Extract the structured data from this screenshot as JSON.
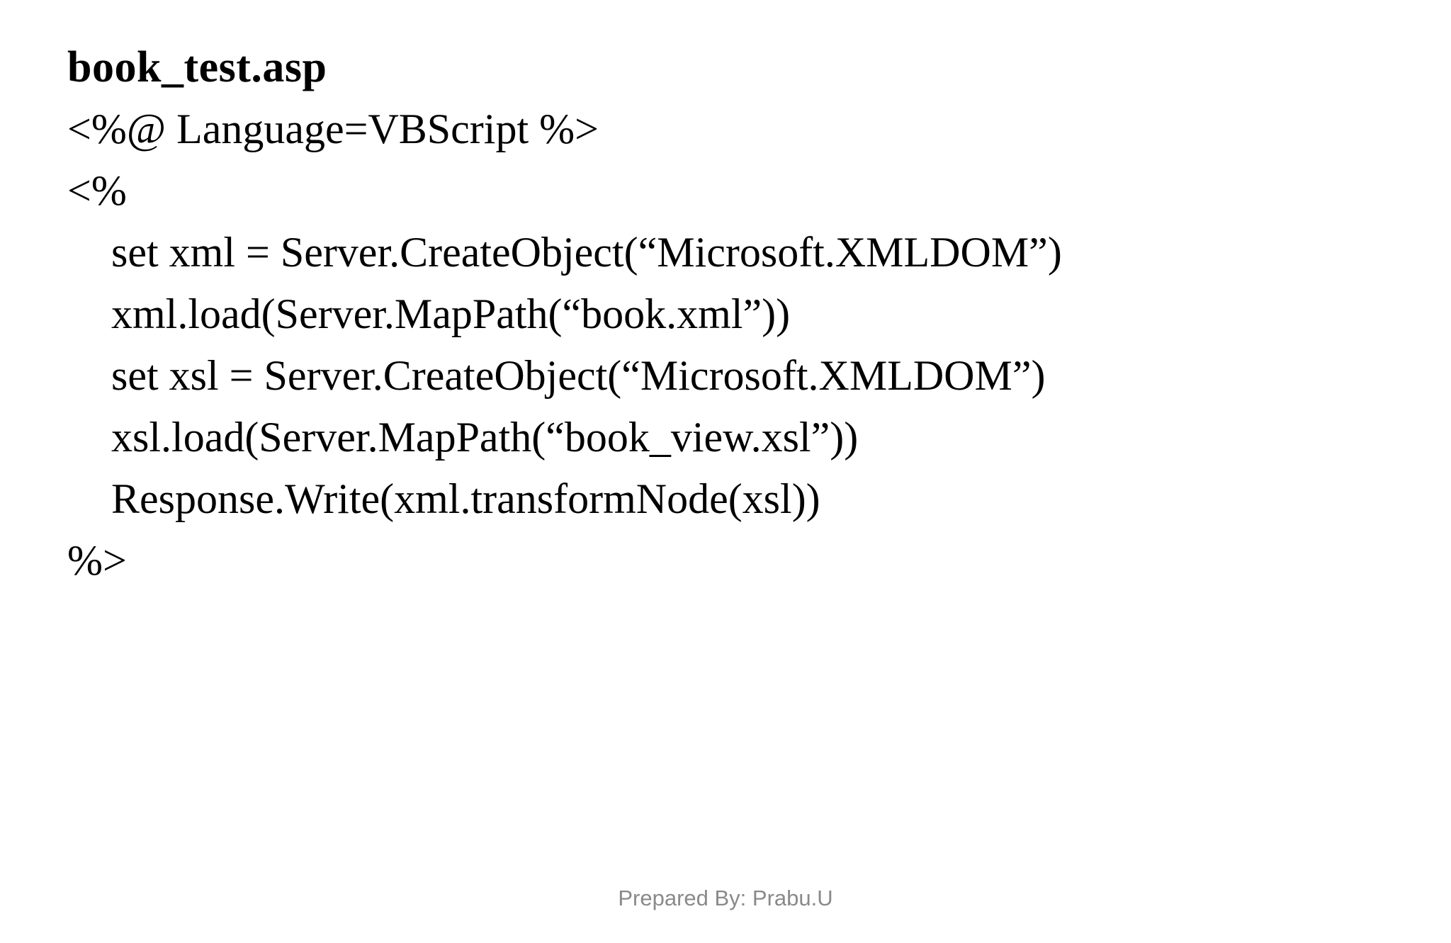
{
  "slide": {
    "title": "book_test.asp",
    "code_lines": [
      {
        "text": "<%@ Language=VBScript %>",
        "indent": false
      },
      {
        "text": "<%",
        "indent": false
      },
      {
        "text": "set xml = Server.CreateObject(“Microsoft.XMLDOM”)",
        "indent": true
      },
      {
        "text": "xml.load(Server.MapPath(“book.xml”))",
        "indent": true
      },
      {
        "text": "set xsl = Server.CreateObject(“Microsoft.XMLDOM”)",
        "indent": true
      },
      {
        "text": "xsl.load(Server.MapPath(“book_view.xsl”))",
        "indent": true
      },
      {
        "text": "Response.Write(xml.transformNode(xsl))",
        "indent": true
      },
      {
        "text": "%>",
        "indent": false
      }
    ],
    "footer": "Prepared By: Prabu.U",
    "colors": {
      "text": "#000000",
      "footer": "#8a8a8a",
      "background": "#ffffff"
    }
  }
}
